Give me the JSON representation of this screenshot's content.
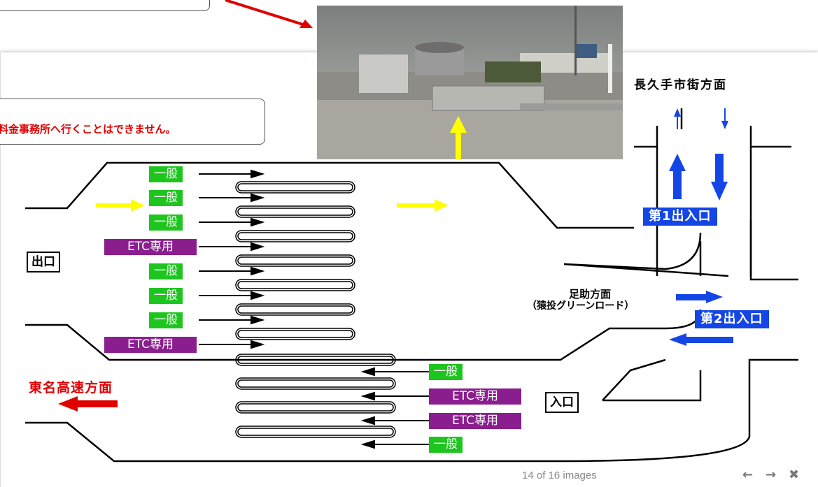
{
  "callout": {
    "message": "料金事務所へ行くことはできません。"
  },
  "diagram": {
    "direction_top": "長久手市街方面",
    "direction_ashisuke": "足助方面",
    "direction_ashisuke_sub": "（猿投グリーンロード）",
    "direction_tomei": "東名高速方面",
    "exit_label": "出口",
    "entrance_label": "入口",
    "gate1_label": "第1出入口",
    "gate2_label": "第2出入口",
    "exit_lanes": [
      "一般",
      "一般",
      "一般",
      "ETC専用",
      "一般",
      "一般",
      "一般",
      "ETC専用"
    ],
    "entry_lanes": [
      "一般",
      "ETC専用",
      "ETC専用",
      "一般"
    ]
  },
  "viewer": {
    "counter": "14 of 16 images",
    "prev_icon": "arrow-left-icon",
    "next_icon": "arrow-right-icon",
    "close_icon": "close-icon"
  },
  "colors": {
    "general_lane": "#1fc51f",
    "etc_lane": "#8b1e8f",
    "gate_label": "#1446e6",
    "highlight_arrow": "#ffff00",
    "warning_text": "#e00000"
  }
}
